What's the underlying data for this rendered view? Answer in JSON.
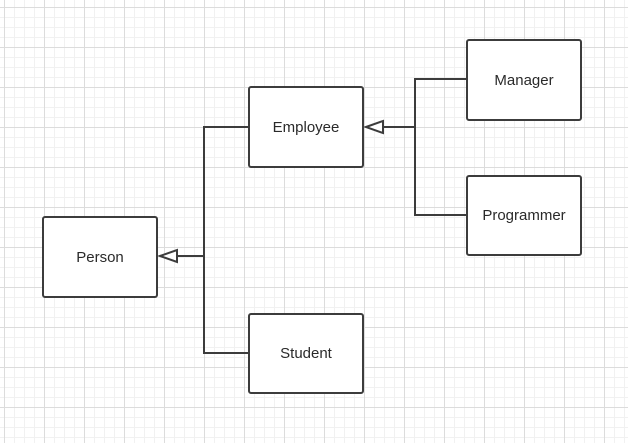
{
  "diagram": {
    "nodes": {
      "person": {
        "label": "Person"
      },
      "employee": {
        "label": "Employee"
      },
      "student": {
        "label": "Student"
      },
      "manager": {
        "label": "Manager"
      },
      "programmer": {
        "label": "Programmer"
      }
    },
    "relations": [
      {
        "from": "employee",
        "to": "person",
        "type": "inheritance"
      },
      {
        "from": "student",
        "to": "person",
        "type": "inheritance"
      },
      {
        "from": "manager",
        "to": "employee",
        "type": "inheritance"
      },
      {
        "from": "programmer",
        "to": "employee",
        "type": "inheritance"
      }
    ],
    "colors": {
      "line": "#3c3c3c",
      "arrow_fill": "#ffffff"
    }
  }
}
